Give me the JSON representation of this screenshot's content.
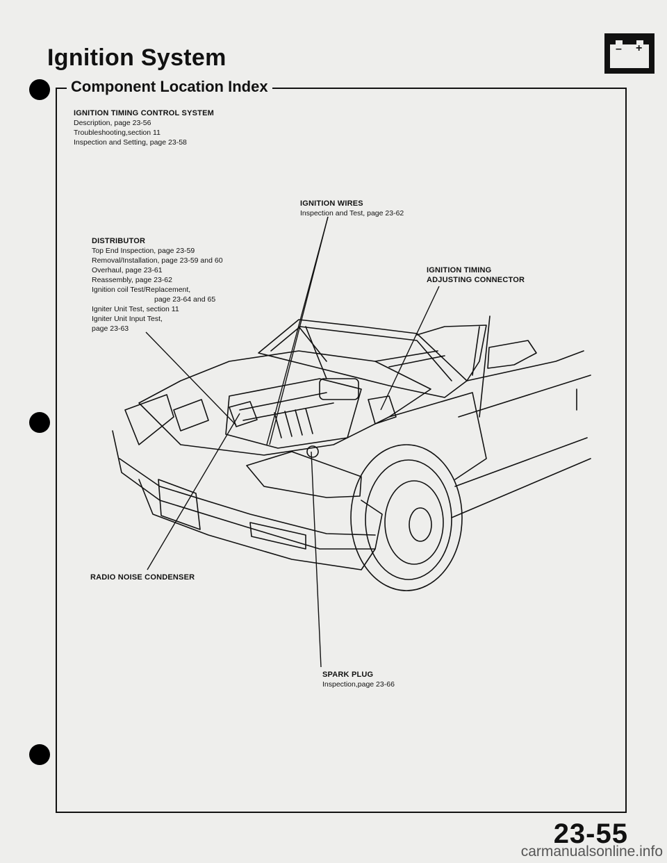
{
  "header": {
    "title": "Ignition System",
    "subtitle": "Component Location Index",
    "battery_icon": "battery-icon",
    "battery_minus": "–",
    "battery_plus": "+"
  },
  "timing_system": {
    "heading": "IGNITION TIMING CONTROL SYSTEM",
    "lines": [
      "Description, page 23-56",
      "Troubleshooting,section 11",
      "Inspection and Setting, page 23-58"
    ]
  },
  "ignition_wires": {
    "heading": "IGNITION WIRES",
    "lines": [
      "Inspection and Test, page 23-62"
    ]
  },
  "distributor": {
    "heading": "DISTRIBUTOR",
    "lines": [
      "Top End Inspection, page 23-59",
      "Removal/Installation, page 23-59 and 60",
      "Overhaul, page 23-61",
      "Reassembly, page 23-62",
      "Ignition coil Test/Replacement,",
      "page 23-64 and 65",
      "Igniter Unit Test, section 11",
      "Igniter Unit Input Test,",
      "page 23-63"
    ]
  },
  "timing_connector": {
    "heading_line1": "IGNITION TIMING",
    "heading_line2": "ADJUSTING CONNECTOR"
  },
  "radio_condenser": {
    "heading": "RADIO NOISE CONDENSER"
  },
  "spark_plug": {
    "heading": "SPARK PLUG",
    "lines": [
      "Inspection,page 23-66"
    ]
  },
  "footer": {
    "page_number": "23-55",
    "watermark": "carmanualsonline.info"
  }
}
